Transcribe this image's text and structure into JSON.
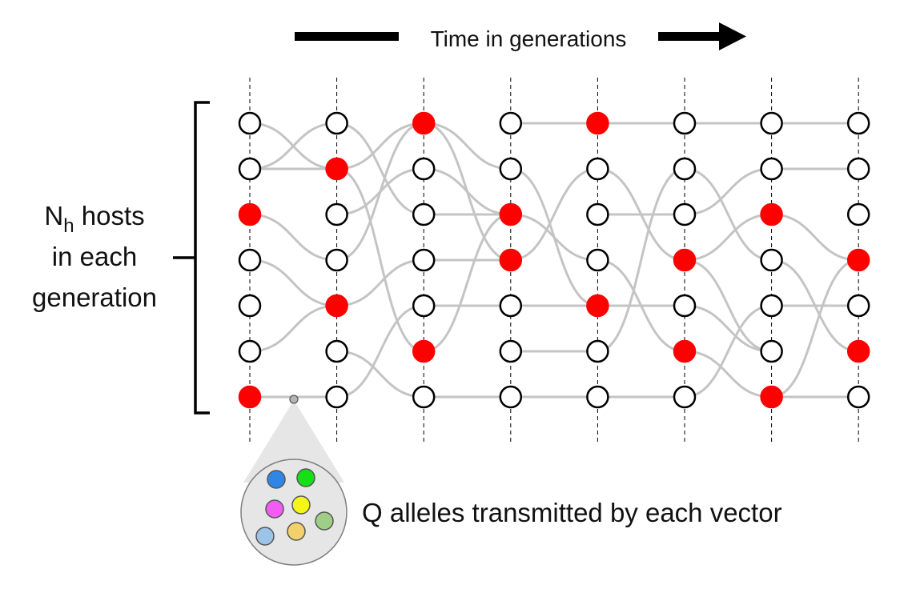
{
  "header": {
    "time_label": "Time in generations"
  },
  "host_label": {
    "n_main": "N",
    "n_sub": "h",
    "line1_rest": " hosts",
    "line2": "in each",
    "line3": "generation"
  },
  "vector_label": "Q alleles transmitted by each vector",
  "network": {
    "generations": 8,
    "hosts_per_generation": 7,
    "infected": [
      [
        2,
        6
      ],
      [
        1,
        4
      ],
      [
        0,
        5
      ],
      [
        2,
        3
      ],
      [
        0,
        4
      ],
      [
        3,
        5
      ],
      [
        2,
        6
      ],
      [
        3,
        5
      ]
    ],
    "links": [
      [
        0,
        0,
        1
      ],
      [
        0,
        1,
        0
      ],
      [
        0,
        1,
        1
      ],
      [
        0,
        2,
        3
      ],
      [
        0,
        3,
        4
      ],
      [
        0,
        5,
        4
      ],
      [
        0,
        6,
        6
      ],
      [
        1,
        0,
        2
      ],
      [
        1,
        1,
        0
      ],
      [
        1,
        1,
        5
      ],
      [
        1,
        2,
        1
      ],
      [
        1,
        3,
        0
      ],
      [
        1,
        4,
        3
      ],
      [
        1,
        5,
        6
      ],
      [
        1,
        6,
        4
      ],
      [
        2,
        0,
        1
      ],
      [
        2,
        0,
        3
      ],
      [
        2,
        1,
        2
      ],
      [
        2,
        2,
        2
      ],
      [
        2,
        3,
        3
      ],
      [
        2,
        4,
        4
      ],
      [
        2,
        5,
        2
      ],
      [
        2,
        6,
        6
      ],
      [
        3,
        0,
        0
      ],
      [
        3,
        1,
        4
      ],
      [
        3,
        2,
        3
      ],
      [
        3,
        3,
        1
      ],
      [
        3,
        4,
        4
      ],
      [
        3,
        5,
        5
      ],
      [
        3,
        6,
        6
      ],
      [
        4,
        0,
        0
      ],
      [
        4,
        1,
        3
      ],
      [
        4,
        2,
        2
      ],
      [
        4,
        3,
        5
      ],
      [
        4,
        4,
        4
      ],
      [
        4,
        5,
        1
      ],
      [
        4,
        6,
        6
      ],
      [
        5,
        0,
        0
      ],
      [
        5,
        1,
        3
      ],
      [
        5,
        2,
        1
      ],
      [
        5,
        3,
        2
      ],
      [
        5,
        3,
        5
      ],
      [
        5,
        4,
        5
      ],
      [
        5,
        5,
        6
      ],
      [
        5,
        6,
        4
      ],
      [
        6,
        0,
        0
      ],
      [
        6,
        1,
        1
      ],
      [
        6,
        2,
        3
      ],
      [
        6,
        3,
        5
      ],
      [
        6,
        4,
        4
      ],
      [
        6,
        6,
        6
      ],
      [
        6,
        6,
        3
      ]
    ]
  },
  "alleles": {
    "colors": [
      "#2f86e6",
      "#14e014",
      "#f25cf2",
      "#f5f51a",
      "#9cc4e8",
      "#f2d06b",
      "#9fcf86"
    ]
  },
  "colors": {
    "infected": "#ff0000",
    "host_fill": "#ffffff",
    "link": "#c4c4c4",
    "arrow": "#000000",
    "callout": "#e6e6e6"
  }
}
